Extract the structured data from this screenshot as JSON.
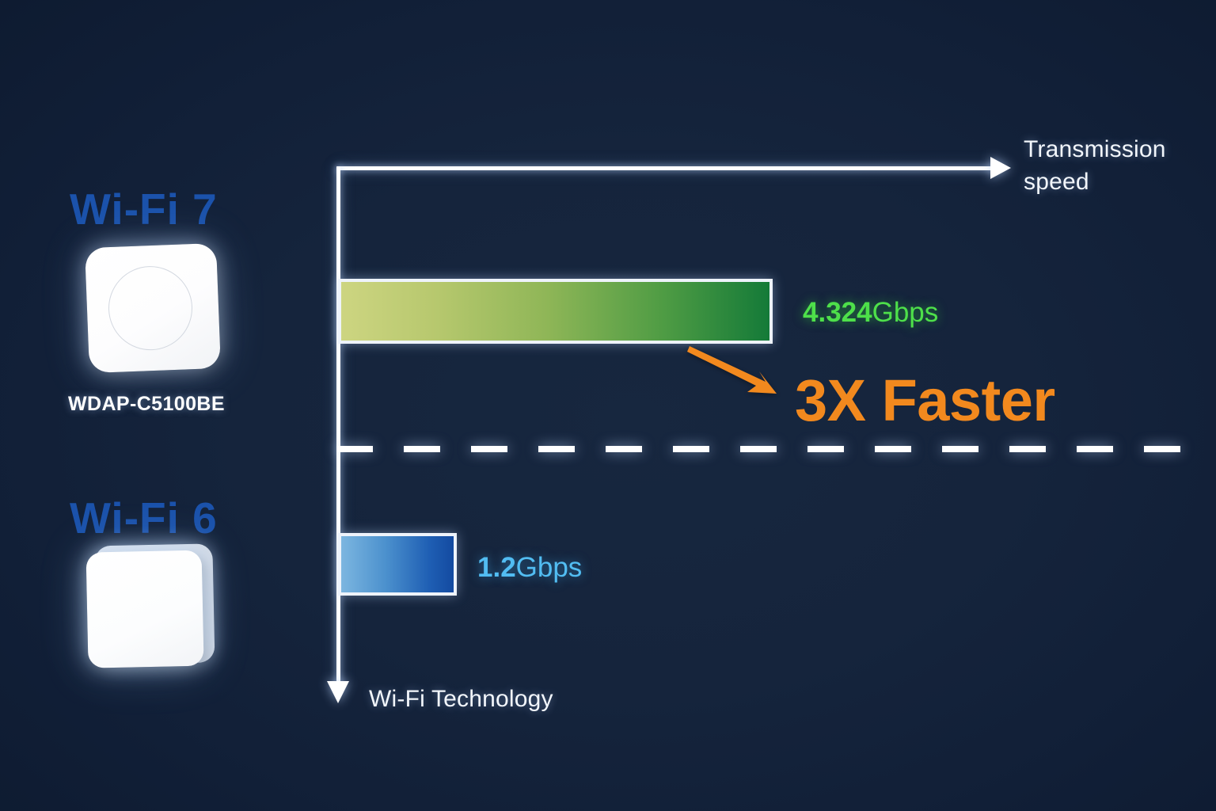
{
  "chart_data": {
    "type": "bar",
    "title": "",
    "orientation": "horizontal",
    "categories": [
      "Wi-Fi 7",
      "Wi-Fi 6"
    ],
    "values": [
      4.324,
      1.2
    ],
    "value_labels": [
      "4.324Gbps",
      "1.2Gbps"
    ],
    "unit": "Gbps",
    "xlabel": "Transmission speed",
    "ylabel": "Wi-Fi Technology",
    "xlim": [
      0,
      6.0
    ],
    "grid": false,
    "legend": "none",
    "annotations": [
      "3X Faster"
    ],
    "series": [
      {
        "name": "Wi-Fi 7",
        "value": 4.324,
        "label": "4.324Gbps",
        "color_start": "#cdd581",
        "color_end": "#147a38"
      },
      {
        "name": "Wi-Fi 6",
        "value": 1.2,
        "label": "1.2Gbps",
        "color_start": "#7cb6e0",
        "color_end": "#134aa0"
      }
    ]
  },
  "axes": {
    "speed_label_line1": "Transmission",
    "speed_label_line2": "speed",
    "technology_label": "Wi-Fi Technology"
  },
  "bars": {
    "wifi7": {
      "value_number": "4.324",
      "value_unit": "Gbps"
    },
    "wifi6": {
      "value_number": "1.2",
      "value_unit": "Gbps"
    }
  },
  "callout": {
    "text": "3X Faster",
    "color": "#f2891e"
  },
  "devices": {
    "wifi7": {
      "generation": "Wi-Fi 7",
      "model": "WDAP-C5100BE"
    },
    "wifi6": {
      "generation": "Wi-Fi 6"
    }
  },
  "colors": {
    "background": "#12223d",
    "generation_title": "#1b52ab",
    "wifi7_value": "#4ee04a",
    "wifi6_value": "#52bdf2",
    "accent_orange": "#f2891e",
    "axis": "#ffffff"
  }
}
